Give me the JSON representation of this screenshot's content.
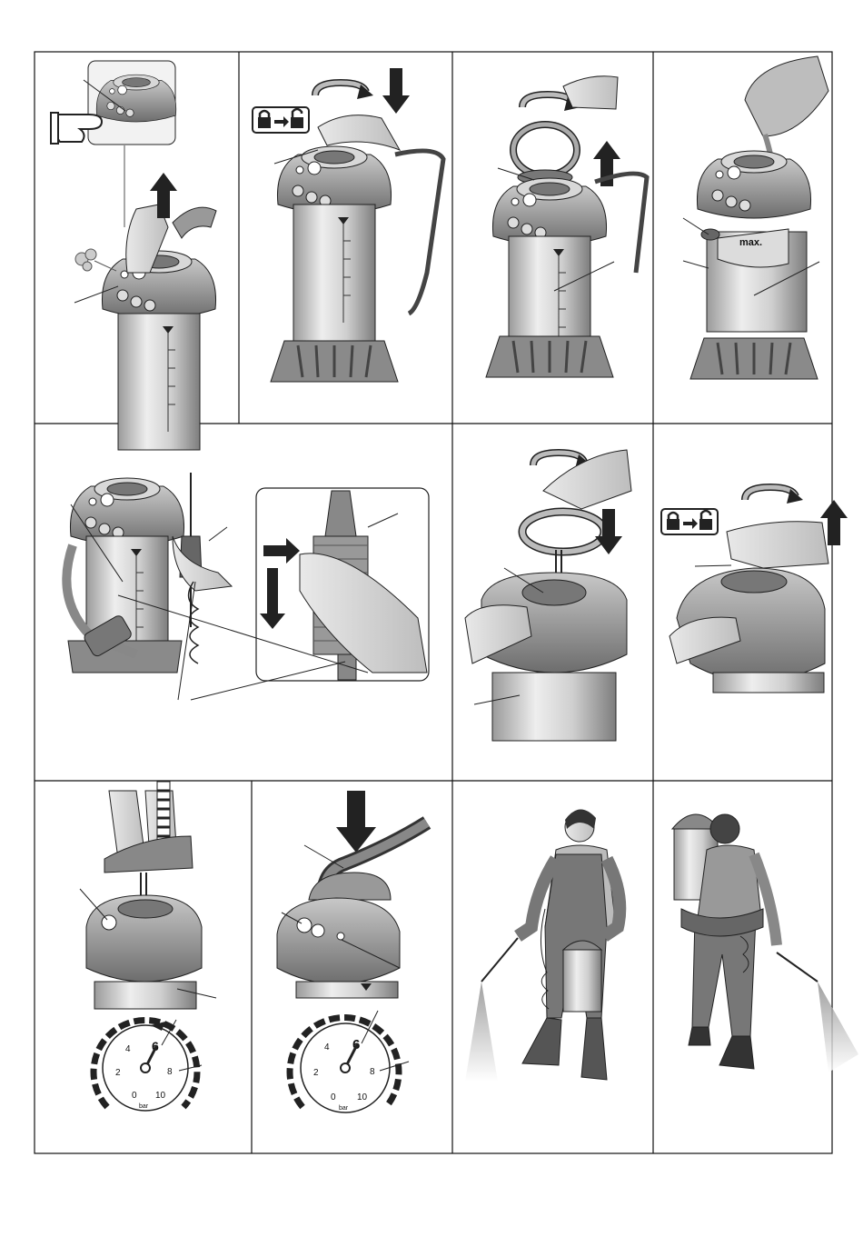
{
  "page": {
    "background": "#ffffff",
    "line_color": "#111111"
  },
  "panels": [
    {
      "id": "p1",
      "icons": [
        "hand-pointing-icon",
        "arrow-up-icon",
        "steam-icon"
      ]
    },
    {
      "id": "p2",
      "icons": [
        "lock-to-unlock-icon",
        "rotate-arrow-icon",
        "arrow-down-icon"
      ]
    },
    {
      "id": "p3",
      "icons": [
        "rotate-arrow-icon",
        "arrow-up-icon"
      ]
    },
    {
      "id": "p4",
      "label": "max.",
      "icons": [
        "pour-container-icon"
      ]
    },
    {
      "id": "p5",
      "icons": [
        "arrow-right-icon",
        "arrow-down-icon"
      ]
    },
    {
      "id": "p6",
      "icons": [
        "rotate-arrow-icon",
        "arrow-down-icon"
      ]
    },
    {
      "id": "p7",
      "icons": [
        "lock-to-unlock-icon",
        "rotate-arrow-icon",
        "arrow-up-icon"
      ]
    },
    {
      "id": "p8",
      "icons": [
        "pump-arrow-icon"
      ]
    },
    {
      "id": "p9",
      "icons": [
        "arrow-down-icon"
      ]
    },
    {
      "id": "p10",
      "icons": [
        "person-sprayer-icon"
      ]
    },
    {
      "id": "p11",
      "icons": [
        "person-back-sprayer-icon"
      ]
    }
  ],
  "gauges": [
    {
      "ticks": [
        "0",
        "2",
        "4",
        "6",
        "8",
        "10"
      ],
      "unit": "bar",
      "needle_value": 6,
      "max": 10
    },
    {
      "ticks": [
        "0",
        "2",
        "4",
        "6",
        "8",
        "10"
      ],
      "unit": "bar",
      "needle_value": 6,
      "max": 10
    }
  ]
}
